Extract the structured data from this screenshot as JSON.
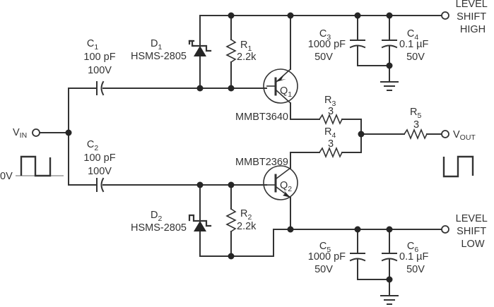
{
  "diagram": {
    "type": "circuit-schematic",
    "title": "",
    "ports": {
      "vin": {
        "main": "V",
        "sub": "IN"
      },
      "vout": {
        "main": "V",
        "sub": "OUT"
      },
      "level_shift_high": [
        "LEVEL",
        "SHIFT",
        "HIGH"
      ],
      "level_shift_low": [
        "LEVEL",
        "SHIFT",
        "LOW"
      ]
    },
    "input_waveform": {
      "reference_label": "0V"
    },
    "components": {
      "C1": {
        "ref": "C",
        "idx": "1",
        "value": "100 pF",
        "rating": "100V"
      },
      "C2": {
        "ref": "C",
        "idx": "2",
        "value": "100 pF",
        "rating": "100V"
      },
      "C3": {
        "ref": "C",
        "idx": "3",
        "value": "1000 pF",
        "rating": "50V"
      },
      "C4": {
        "ref": "C",
        "idx": "4",
        "value": "0.1 µF",
        "rating": "50V"
      },
      "C5": {
        "ref": "C",
        "idx": "5",
        "value": "1000 pF",
        "rating": "50V"
      },
      "C6": {
        "ref": "C",
        "idx": "6",
        "value": "0.1 µF",
        "rating": "50V"
      },
      "D1": {
        "ref": "D",
        "idx": "1",
        "part": "HSMS-2805"
      },
      "D2": {
        "ref": "D",
        "idx": "2",
        "part": "HSMS-2805"
      },
      "R1": {
        "ref": "R",
        "idx": "1",
        "value": "2.2k"
      },
      "R2": {
        "ref": "R",
        "idx": "2",
        "value": "2.2k"
      },
      "R3": {
        "ref": "R",
        "idx": "3",
        "value": "3"
      },
      "R4": {
        "ref": "R",
        "idx": "4",
        "value": "3"
      },
      "R5": {
        "ref": "R",
        "idx": "5",
        "value": "3"
      },
      "Q1": {
        "ref": "Q",
        "idx": "1",
        "part": "MMBT3640",
        "polarity": "PNP"
      },
      "Q2": {
        "ref": "Q",
        "idx": "2",
        "part": "MMBT2369",
        "polarity": "NPN"
      }
    }
  }
}
